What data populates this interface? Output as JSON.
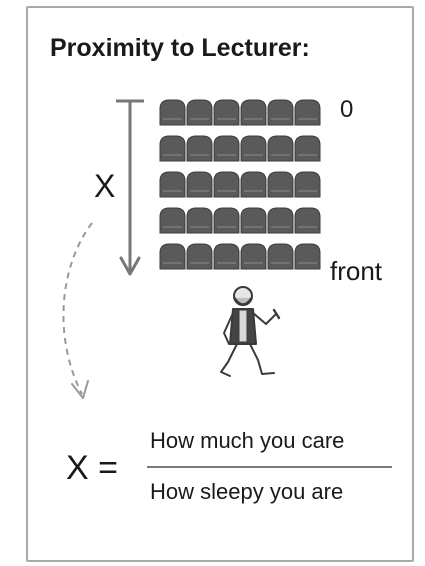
{
  "diagram": {
    "title": "Proximity to Lecturer:",
    "axis_label": "X",
    "top_label": "0",
    "bottom_label": "front",
    "equation": {
      "lhs": "X =",
      "numerator": "How much you care",
      "denominator": "How sleepy you are"
    },
    "seating": {
      "rows": 5,
      "seats_per_row": 6
    }
  }
}
